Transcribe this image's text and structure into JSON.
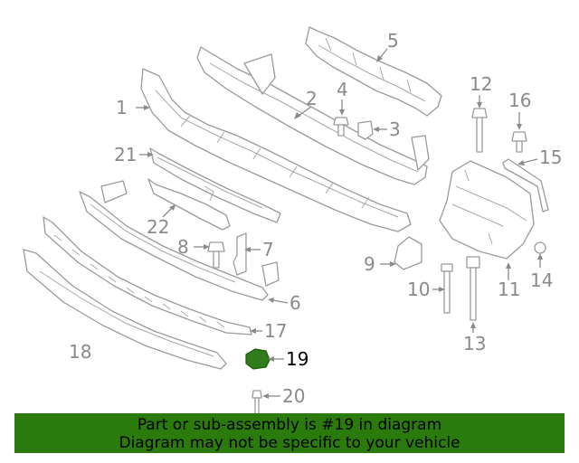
{
  "callouts": {
    "c1": "1",
    "c2": "2",
    "c3": "3",
    "c4": "4",
    "c5": "5",
    "c6": "6",
    "c7": "7",
    "c8": "8",
    "c9": "9",
    "c10": "10",
    "c11": "11",
    "c12": "12",
    "c13": "13",
    "c14": "14",
    "c15": "15",
    "c16": "16",
    "c17": "17",
    "c18": "18",
    "c19": "19",
    "c20": "20",
    "c21": "21",
    "c22": "22"
  },
  "highlight": {
    "part_number": "19",
    "color": "#2e7d1a"
  },
  "banner": {
    "line1": "Part or sub-assembly is #19 in diagram",
    "line2": "Diagram may not be specific to your vehicle",
    "background": "#2a7a0c"
  }
}
